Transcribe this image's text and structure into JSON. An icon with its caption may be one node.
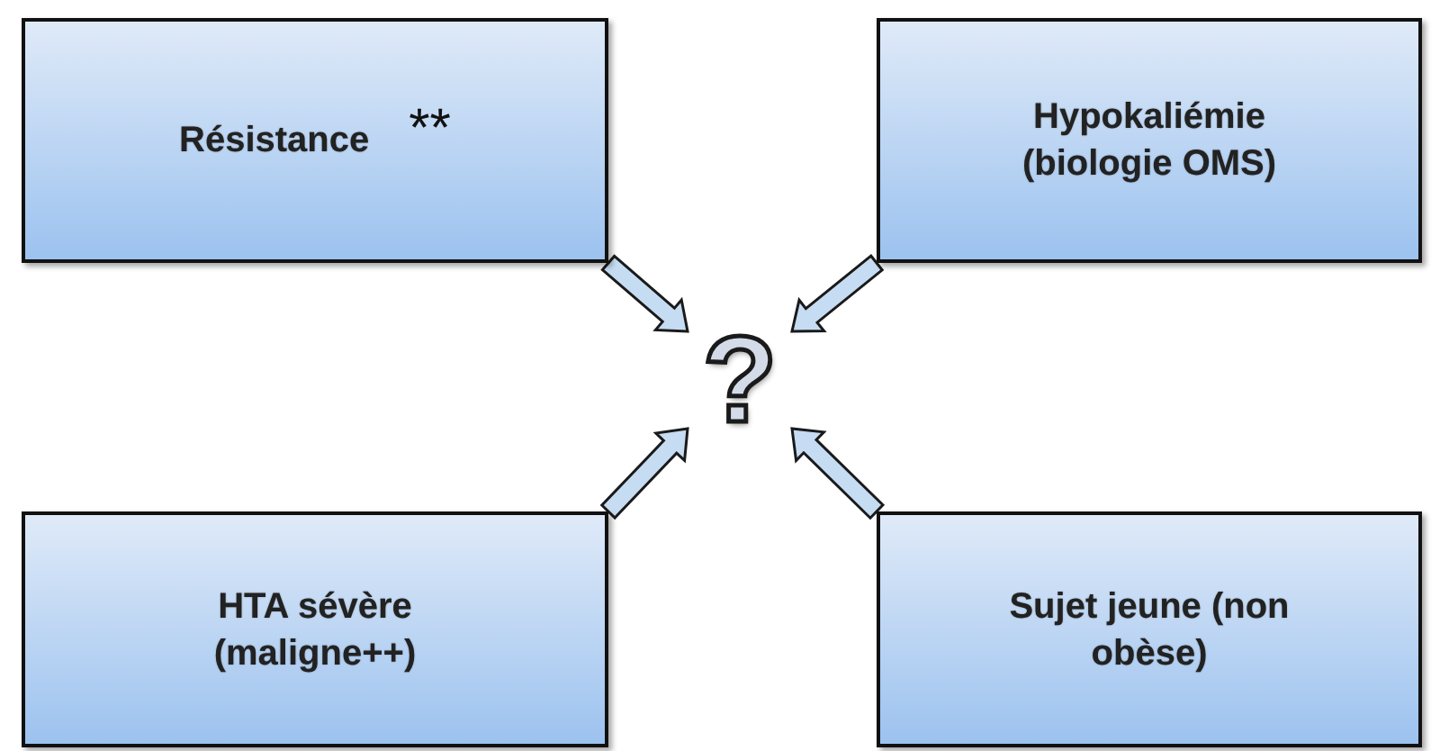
{
  "diagram": {
    "nodes": [
      {
        "text": [
          "Résistance",
          "**"
        ]
      },
      {
        "text": [
          "Hypokaliémie (biologie OMS)"
        ]
      },
      {
        "text": [
          "HTA sévère (maligne++)"
        ]
      },
      {
        "text": [
          "Sujet jeune (non obèse)"
        ]
      },
      {
        "text": [
          "?"
        ]
      }
    ],
    "edges": [
      {
        "from": 0,
        "to": 4,
        "arrow": "to"
      },
      {
        "from": 1,
        "to": 4,
        "arrow": "to"
      },
      {
        "from": 2,
        "to": 4,
        "arrow": "to"
      },
      {
        "from": 3,
        "to": 4,
        "arrow": "to"
      }
    ]
  }
}
